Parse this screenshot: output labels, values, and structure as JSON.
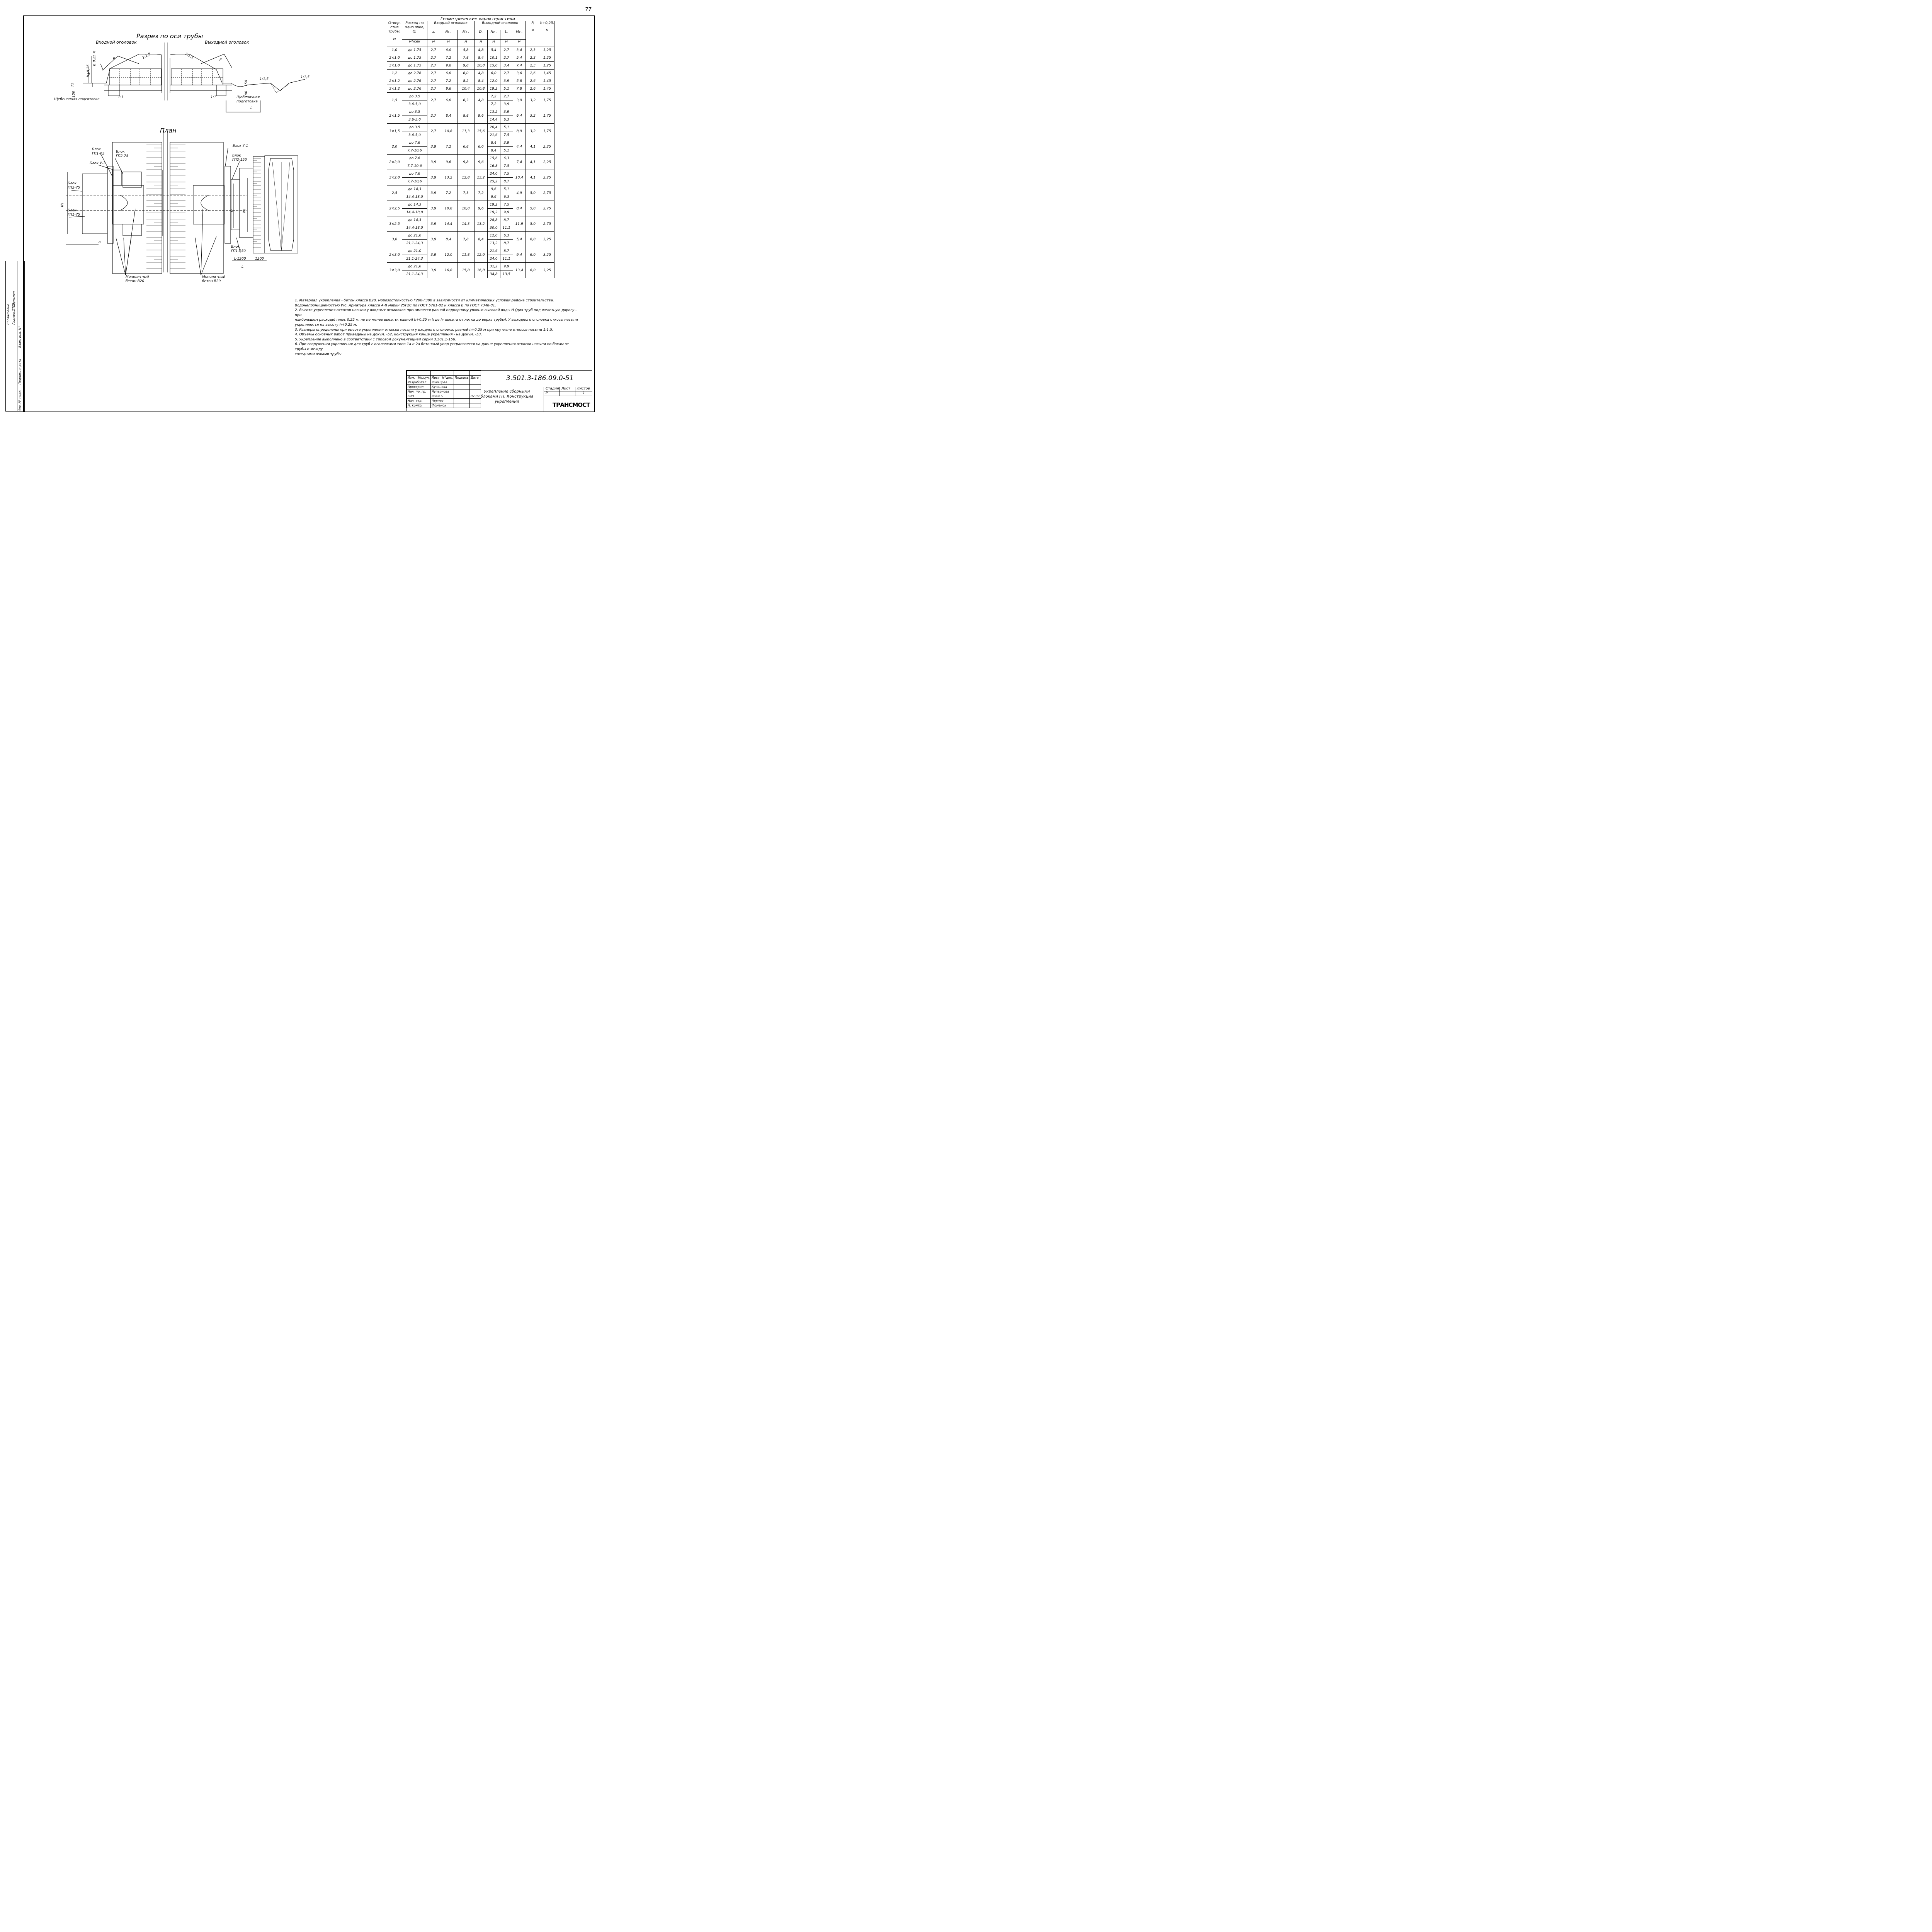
{
  "sheet_number": "77",
  "section": {
    "title": "Разрез по оси трубы",
    "inlet_label": "Входной оголовок",
    "outlet_label": "Выходной оголовок",
    "gravel_left": "Щебеночная подготовка",
    "gravel_right": "Щебеночная подготовка",
    "dims": {
      "h": "h",
      "h025": "h+0,25",
      "min025": "≥ 0,25 м",
      "p": "P",
      "slope": "1:1,5",
      "slope2": "1:1",
      "l": "L",
      "d75": "75",
      "d100": "100",
      "d150": "150"
    }
  },
  "plan": {
    "title": "План",
    "labels": {
      "gp1_75": "Блок ГП1-75",
      "gp2_75_top": "Блок ГП2-75",
      "u1_left": "Блок У-1",
      "gp2_75_left": "Блок ГП2-75",
      "gp1_75_left": "Блок ГП1-75",
      "u1_right": "Блок У-1",
      "gp2_150": "Блок ГП2-150",
      "gp1_150": "Блок ГП1-150",
      "concrete_left": "Монолитный бетон В20",
      "concrete_right": "Монолитный бетон В20",
      "a": "a",
      "n1": "N₁",
      "n2": "N₂",
      "d": "D",
      "l1200": "L-1200",
      "d1200": "1200",
      "l": "L"
    }
  },
  "table": {
    "title": "Геометрические характеристики",
    "h_opening": "Отвер-стие трубы,",
    "h_flow": "Расход на одно очко,",
    "h_q": "Q,",
    "h_inlet": "Входной оголовок",
    "h_outlet": "Выходной оголовок",
    "h_p": "P,",
    "h_hp": "h+0,25,",
    "h_sub": [
      "a,",
      "N₁ ,",
      "M₁ ,",
      "D,",
      "N₂ ,",
      "L,",
      "M₂ ,"
    ],
    "units": [
      "м",
      "м³/сек",
      "м",
      "м",
      "м",
      "м",
      "м",
      "м",
      "м",
      "м",
      "м"
    ],
    "single": [
      [
        "1,0",
        "до 1,75",
        "2,7",
        "6,0",
        "5,8",
        "4,8",
        "5,4",
        "2,7",
        "3,4",
        "2,3",
        "1,25"
      ],
      [
        "2×1,0",
        "до 1,75",
        "2,7",
        "7,2",
        "7,8",
        "8,4",
        "10,1",
        "2,7",
        "5,4",
        "2,3",
        "1,25"
      ],
      [
        "3×1,0",
        "до 1,75",
        "2,7",
        "9,6",
        "9,8",
        "10,8",
        "15,0",
        "3,4",
        "7,4",
        "2,3",
        "1,25"
      ],
      [
        "1,2",
        "до 2,76",
        "2,7",
        "6,0",
        "6,0",
        "4,8",
        "6,0",
        "2,7",
        "3,6",
        "2,6",
        "1,45"
      ],
      [
        "2×1,2",
        "до 2,76",
        "2,7",
        "7,2",
        "8,2",
        "8,4",
        "12,0",
        "3,9",
        "5,8",
        "2,6",
        "1,45"
      ],
      [
        "3×1,2",
        "до 2,76",
        "2,7",
        "9,6",
        "10,4",
        "10,8",
        "19,2",
        "5,1",
        "7,8",
        "2,6",
        "1,45"
      ]
    ],
    "double": [
      {
        "o": "1,5",
        "q": [
          "до 3,5",
          "3,6-5,0"
        ],
        "a": "2,7",
        "n1": "6,0",
        "m1": "6,3",
        "d": "4,8",
        "n2": [
          "7,2",
          "7,2"
        ],
        "l": [
          "2,7",
          "3,9"
        ],
        "m2": "3,9",
        "p": "3,2",
        "h": "1,75"
      },
      {
        "o": "2×1,5",
        "q": [
          "до 3,5",
          "3,6-5,0"
        ],
        "a": "2,7",
        "n1": "8,4",
        "m1": "8,8",
        "d": "9,6",
        "n2": [
          "13,2",
          "14,4"
        ],
        "l": [
          "3,9",
          "6,3"
        ],
        "m2": "6,4",
        "p": "3,2",
        "h": "1,75"
      },
      {
        "o": "3×1,5",
        "q": [
          "до 3,5",
          "3,6-5,0"
        ],
        "a": "2,7",
        "n1": "10,8",
        "m1": "11,3",
        "d": "15,6",
        "n2": [
          "20,4",
          "21,6"
        ],
        "l": [
          "5,1",
          "7,5"
        ],
        "m2": "8,9",
        "p": "3,2",
        "h": "1,75"
      },
      {
        "o": "2,0",
        "q": [
          "до 7,6",
          "7,7-10,6"
        ],
        "a": "3,9",
        "n1": "7,2",
        "m1": "6,8",
        "d": "6,0",
        "n2": [
          "8,4",
          "8,4"
        ],
        "l": [
          "3,9",
          "5,1"
        ],
        "m2": "4,4",
        "p": "4,1",
        "h": "2,25"
      },
      {
        "o": "2×2,0",
        "q": [
          "до 7,6",
          "7,7-10,6"
        ],
        "a": "3,9",
        "n1": "9,6",
        "m1": "9,8",
        "d": "9,6",
        "n2": [
          "15,6",
          "16,8"
        ],
        "l": [
          "6,3",
          "7,5"
        ],
        "m2": "7,4",
        "p": "4,1",
        "h": "2,25"
      },
      {
        "o": "3×2,0",
        "q": [
          "до 7,6",
          "7,7-10,6"
        ],
        "a": "3,9",
        "n1": "13,2",
        "m1": "12,8",
        "d": "13,2",
        "n2": [
          "24,0",
          "25,2"
        ],
        "l": [
          "7,5",
          "8,7"
        ],
        "m2": "10,4",
        "p": "4,1",
        "h": "2,25"
      },
      {
        "o": "2,5",
        "q": [
          "до 14,3",
          "14,4-18,0"
        ],
        "a": "3,9",
        "n1": "7,2",
        "m1": "7,3",
        "d": "7,2",
        "n2": [
          "9,6",
          "9,6"
        ],
        "l": [
          "5,1",
          "6,3"
        ],
        "m2": "4,9",
        "p": "5,0",
        "h": "2,75"
      },
      {
        "o": "2×2,5",
        "q": [
          "до 14,3",
          "14,4-18,0"
        ],
        "a": "3,9",
        "n1": "10,8",
        "m1": "10,8",
        "d": "9,6",
        "n2": [
          "19,2",
          "19,2"
        ],
        "l": [
          "7,5",
          "9,9"
        ],
        "m2": "8,4",
        "p": "5,0",
        "h": "2,75"
      },
      {
        "o": "3×2,5",
        "q": [
          "до 14,3",
          "14,4-18,0"
        ],
        "a": "3,9",
        "n1": "14,4",
        "m1": "14,3",
        "d": "13,2",
        "n2": [
          "28,8",
          "30,0"
        ],
        "l": [
          "8,7",
          "11,1"
        ],
        "m2": "11,9",
        "p": "5,0",
        "h": "2,75"
      },
      {
        "o": "3,0",
        "q": [
          "до 21,0",
          "21,1-24,3"
        ],
        "a": "3,9",
        "n1": "8,4",
        "m1": "7,8",
        "d": "8,4",
        "n2": [
          "12,0",
          "13,2"
        ],
        "l": [
          "6,3",
          "8,7"
        ],
        "m2": "5,4",
        "p": "6,0",
        "h": "3,25"
      },
      {
        "o": "2×3,0",
        "q": [
          "до 21,0",
          "21,1-24,3"
        ],
        "a": "3,9",
        "n1": "12,0",
        "m1": "11,8",
        "d": "12,0",
        "n2": [
          "21,6",
          "24,0"
        ],
        "l": [
          "8,7",
          "11,1"
        ],
        "m2": "9,4",
        "p": "6,0",
        "h": "3,25"
      },
      {
        "o": "3×3,0",
        "q": [
          "до 21,0",
          "21,1-24,3"
        ],
        "a": "3,9",
        "n1": "16,8",
        "m1": "15,8",
        "d": "16,8",
        "n2": [
          "31,2",
          "34,8"
        ],
        "l": [
          "9,9",
          "13,5"
        ],
        "m2": "13,4",
        "p": "6,0",
        "h": "3,25"
      }
    ]
  },
  "notes": [
    "1. Материал укрепления - бетон класса  В20, морозостойкостью F200-F300 в зависимости от климатических условий района строительства.",
    "Водонепроницаемостью W6. Арматура класса А-Ⅲ марки 25Г2С по ГОСТ 5781-82 и класса В по ГОСТ 7348-81.",
    "2. Высота укрепления откосов насыпи у входных оголовков принимается равной подпорному уровню высокой воды H (для труб под железную дорогу - при",
    "наибольшем расходе) плюс 0,25 м, но не менее высоты, равной h+0,25 м (где h- высота от лотка до верха трубы). У выходного оголовка откосы насыпи",
    "укрепляются на высоту h+0,25 м.",
    "3. Размеры определены при высоте укрепления откосов насыпи у входного оголовка, равной h+0,25 м при крутизне откосов насыпи 1:1,5.",
    "4. Объемы основных работ приведены на докум. -52, конструкция конца укрепления - на докум. -53.",
    "5. Укрепление выполнено в соответствии с типовой документацией серии 3.501.1-156.",
    "6. При сооружении укрепления для труб с оголовками типа 1а и 2а бетонный упор устраивается на длине укрепления откосов насыпи  по бокам от трубы и между",
    "соседними очками трубы"
  ],
  "stamp": {
    "doc_code": "3.501.3-186.09.0-51",
    "headers": [
      "Изм.",
      "Кол.уч.",
      "Лист",
      "N°док.",
      "Подпись",
      "Дата"
    ],
    "roles": [
      "Разработал",
      "Проверил",
      "Нач. пр. гр.",
      "ГИП",
      "Нач. отд.",
      "Н. контр."
    ],
    "names": [
      "Кольцова",
      "Кучанова",
      "Чупарнова",
      "Коен Б.",
      "Чернов",
      "Фоменок"
    ],
    "date": "07.09",
    "title": "Укрепление сборными блоками ГП. Конструкция укреплений",
    "stage_h": "Стадия",
    "sheet_h": "Лист",
    "sheets_h": "Листов",
    "stage": "Р",
    "sheet": "1",
    "company": "ТРАНСМОСТ"
  },
  "side": [
    "Согласовано",
    "Гл.спец.ОТП",
    "Шульман",
    "Взам. инв. N°",
    "Подпись и дата",
    "Инв. N° подл."
  ]
}
